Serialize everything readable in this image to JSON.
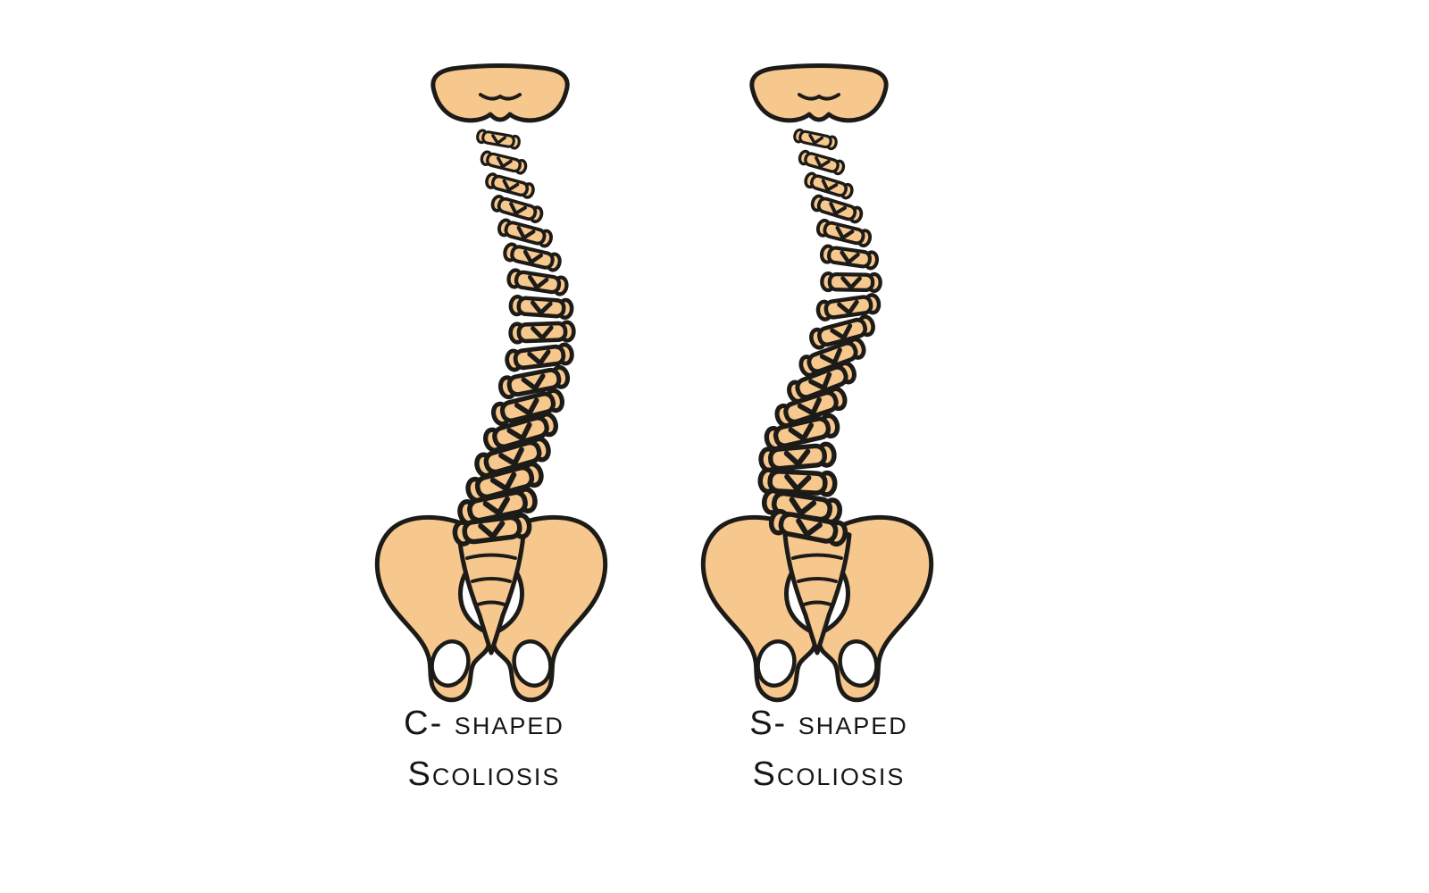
{
  "figures": [
    {
      "id": "c-shaped",
      "label_line1": "C- shaped",
      "label_line2": "Scoliosis"
    },
    {
      "id": "s-shaped",
      "label_line1": "S- shaped",
      "label_line2": "Scoliosis"
    }
  ],
  "colors": {
    "bone": "#F6C88E",
    "outline": "#1d1b18",
    "text": "#161616",
    "background": "#ffffff"
  }
}
